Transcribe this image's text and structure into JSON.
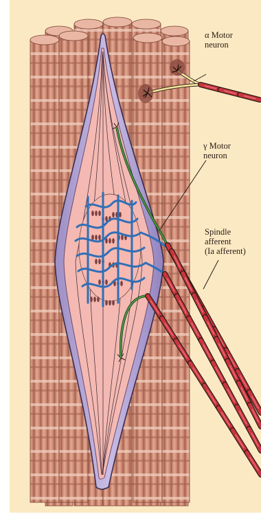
{
  "labels": {
    "alpha_motor": "α Motor\nneuron",
    "gamma_motor": "γ Motor\nneuron",
    "spindle_afferent": "Spindle\nafferent\n(Ia afferent)"
  },
  "colors": {
    "background": "#fbe9c3",
    "muscle_fiber": "#d79a86",
    "muscle_stripe": "#ecc7b5",
    "capsule": "#b7a8d6",
    "capsule_inner": "#f2b7b0",
    "axon_red": "#c9353e",
    "gamma_axon": "#3d8b3a",
    "alpha_axon": "#f0e6a0",
    "afferent_ending": "#2f6fb6",
    "nucleus": "#7a3f40"
  }
}
